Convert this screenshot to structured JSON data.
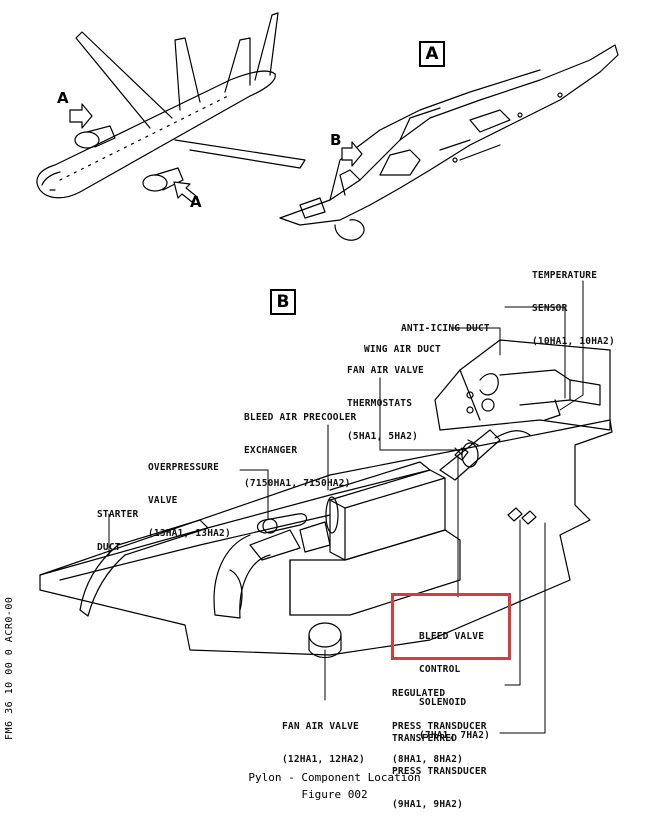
{
  "view_labels": {
    "view_a": "A",
    "view_b": "B"
  },
  "arrow_labels": {
    "a_engine_1": "A",
    "a_engine_2": "A",
    "b_pylon": "B"
  },
  "callouts": {
    "temperature_sensor": [
      "TEMPERATURE",
      "SENSOR",
      "(10HA1, 10HA2)"
    ],
    "anti_icing_duct": [
      "ANTI-ICING DUCT"
    ],
    "wing_air_duct": [
      "WING AIR DUCT"
    ],
    "fan_air_valve_thermostats": [
      "FAN AIR VALVE",
      "THERMOSTATS",
      "(5HA1, 5HA2)"
    ],
    "bleed_air_precooler": [
      "BLEED AIR PRECOOLER",
      "EXCHANGER",
      "(7150HA1, 7150HA2)"
    ],
    "overpressure_valve": [
      "OVERPRESSURE",
      "VALVE",
      "(13HA1, 13HA2)"
    ],
    "starter_duct": [
      "STARTER",
      "DUCT"
    ],
    "bleed_valve_control_solenoid": [
      "BLEED VALVE",
      "CONTROL",
      "SOLENOID",
      "(7HA1, 7HA2)"
    ],
    "regulated_press_transducer": [
      "REGULATED",
      "PRESS TRANSDUCER",
      "(8HA1, 8HA2)"
    ],
    "fan_air_valve": [
      "FAN AIR VALVE",
      "(12HA1, 12HA2)"
    ],
    "transferred_press_transducer": [
      "TRANSFERRED",
      "PRESS TRANSDUCER",
      "(9HA1, 9HA2)"
    ]
  },
  "side_code": "FM6 36 10 00 0 ACR0-00",
  "caption": {
    "line1": "Pylon - Component Location",
    "line2": "Figure 002"
  },
  "colors": {
    "line": "#000000",
    "highlight": "#d93a3a",
    "background": "#ffffff"
  }
}
